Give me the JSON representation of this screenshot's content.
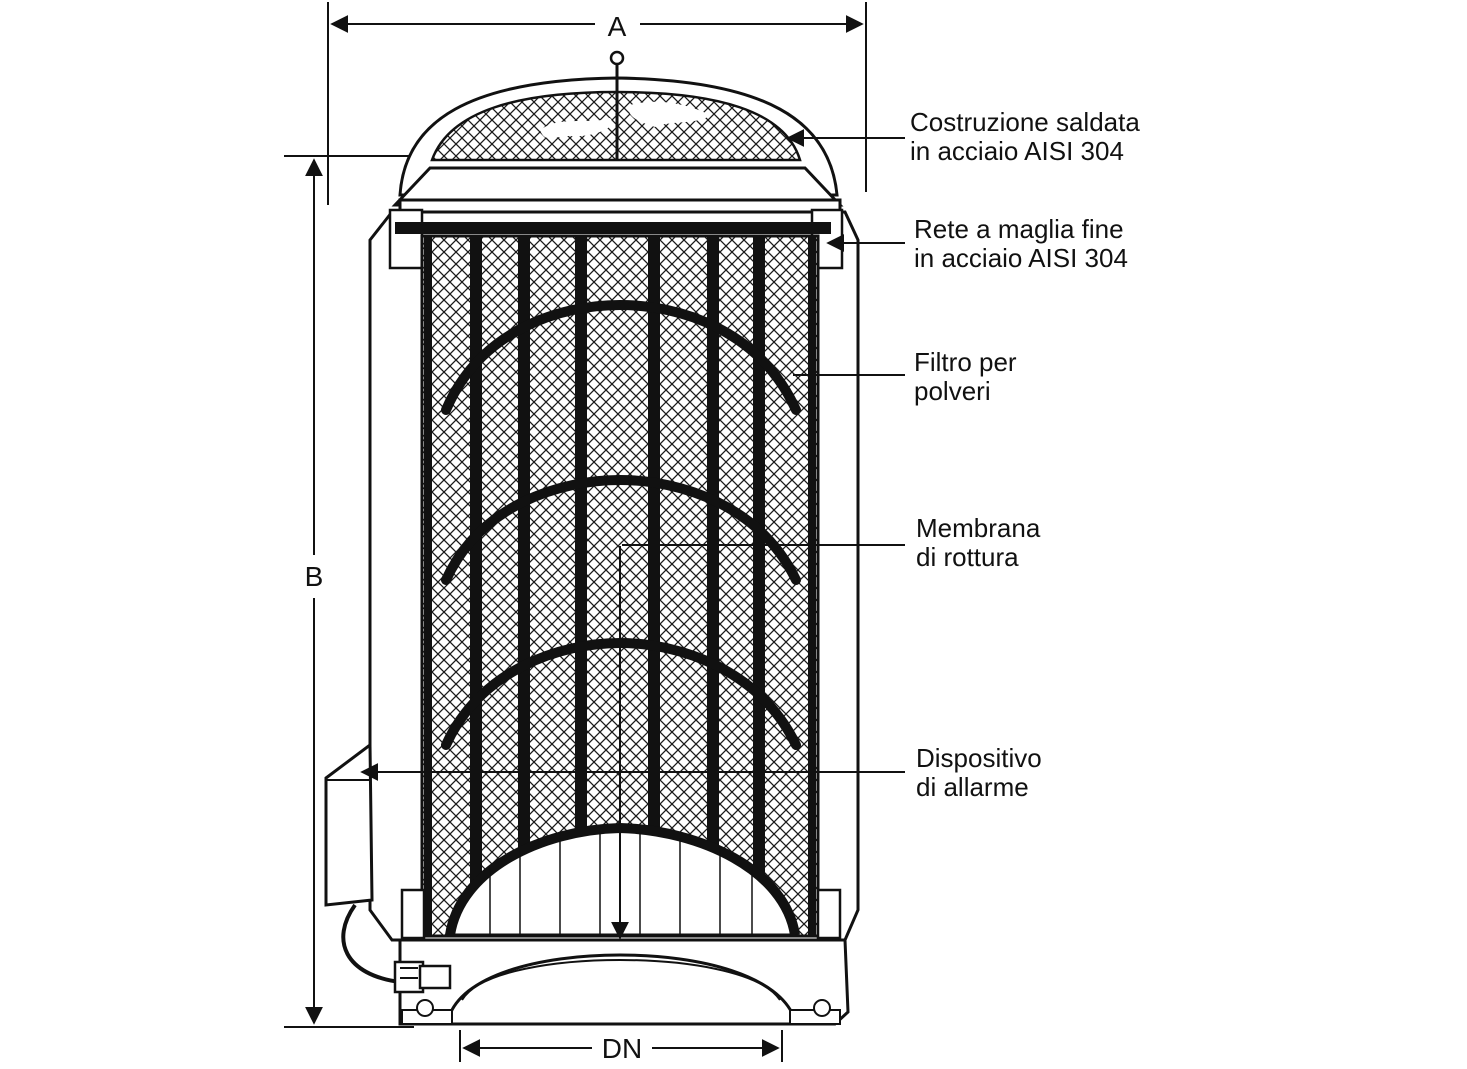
{
  "dimensions": {
    "width_label": "A",
    "height_label": "B",
    "nominal_diameter_label": "DN"
  },
  "callouts": [
    {
      "id": "welded-construction",
      "lines": [
        "Costruzione saldata",
        "in acciaio AISI 304"
      ]
    },
    {
      "id": "fine-mesh-net",
      "lines": [
        "Rete a maglia fine",
        "in acciaio AISI 304"
      ]
    },
    {
      "id": "dust-filter",
      "lines": [
        "Filtro per",
        "polveri"
      ]
    },
    {
      "id": "rupture-membrane",
      "lines": [
        "Membrana",
        "di rottura"
      ]
    },
    {
      "id": "alarm-device",
      "lines": [
        "Dispositivo",
        "di allarme"
      ]
    }
  ],
  "colors": {
    "ink": "#111111",
    "paper": "#ffffff"
  }
}
